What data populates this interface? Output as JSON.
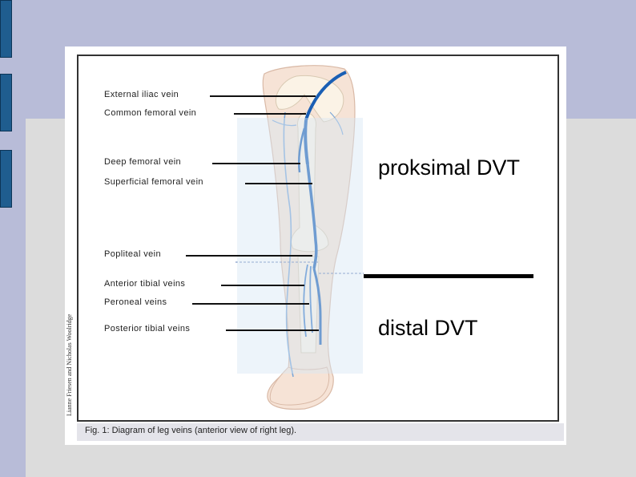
{
  "figure": {
    "caption": "Fig. 1: Diagram of leg veins (anterior view of right leg).",
    "credit": "Lianne Friesen and Nicholas Woolridge"
  },
  "veins": {
    "external_iliac": "External iliac vein",
    "common_femoral": "Common femoral vein",
    "deep_femoral": "Deep femoral vein",
    "superficial_femoral": "Superficial femoral vein",
    "popliteal": "Popliteal vein",
    "anterior_tibial": "Anterior tibial veins",
    "peroneal": "Peroneal veins",
    "posterior_tibial": "Posterior tibial veins"
  },
  "regions": {
    "proximal": "proksimal DVT",
    "distal": "distal DVT"
  },
  "colors": {
    "vein": "#1a5fb4",
    "leg": "#f6e3d6",
    "bone": "#fbf3e6",
    "slide_accent": "#1f5d8f"
  }
}
